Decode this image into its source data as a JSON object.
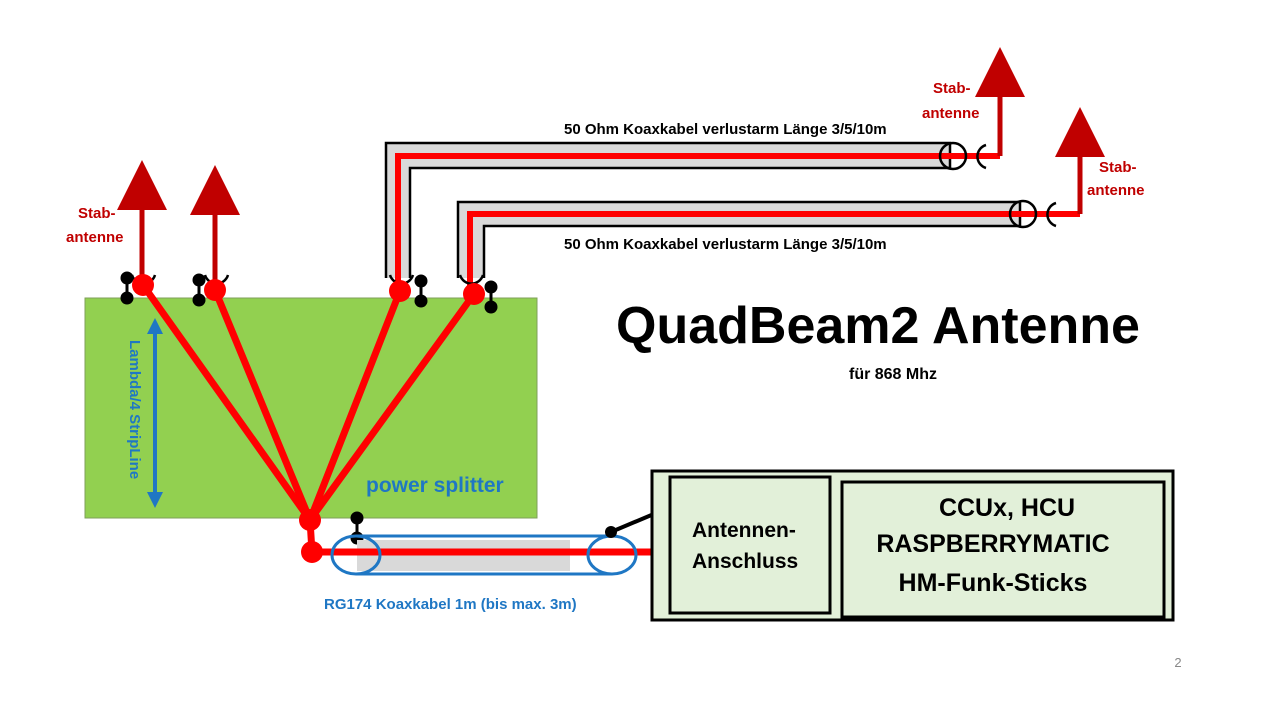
{
  "title": "QuadBeam2 Antenne",
  "subtitle": "für 868 Mhz",
  "page_number": "2",
  "colors": {
    "red": "#ff0000",
    "dark_red": "#c00000",
    "blue": "#1f77c4",
    "green": "#92d050",
    "light_green": "#e2f0d9",
    "cable_gray": "#d9d9d9"
  },
  "labels": {
    "stab_left_line1": "Stab-",
    "stab_left_line2": "antenne",
    "stab_top_line1": "Stab-",
    "stab_top_line2": "antenne",
    "stab_right_line1": "Stab-",
    "stab_right_line2": "antenne",
    "cable_top": "50 Ohm Koaxkabel verlustarm Länge 3/5/10m",
    "cable_bottom": "50 Ohm Koaxkabel verlustarm Länge 3/5/10m",
    "lambda": "Lambda/4 StripLine",
    "power_splitter": "power splitter",
    "rg174": "RG174 Koaxkabel  1m (bis max. 3m)",
    "connector_line1": "Antennen-",
    "connector_line2": "Anschluss",
    "device_line1": "CCUx, HCU",
    "device_line2": "RASPBERRYMATIC",
    "device_line3": "HM-Funk-Sticks"
  }
}
